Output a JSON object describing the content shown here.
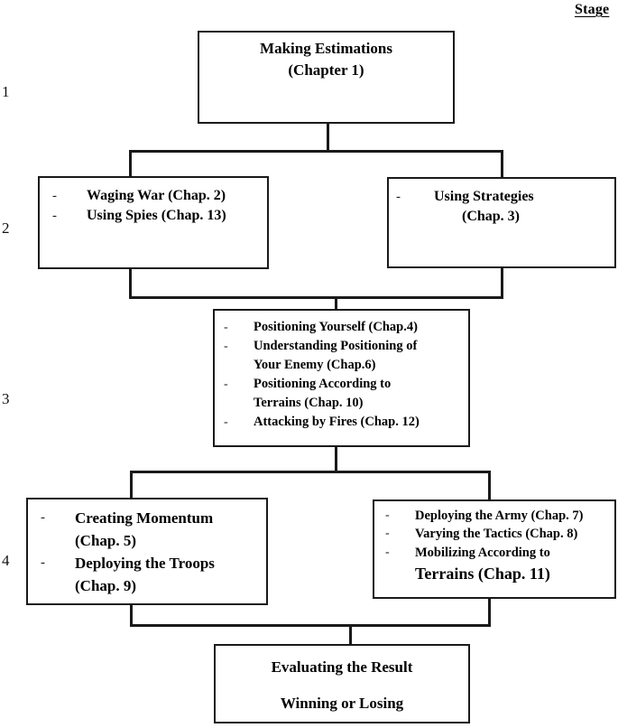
{
  "header": {
    "stage_label": "Stage"
  },
  "stage_numbers": [
    {
      "label": "1"
    },
    {
      "label": "2"
    },
    {
      "label": "3"
    },
    {
      "label": "4"
    }
  ],
  "nodes": {
    "stage1": {
      "lines": [
        "Making Estimations",
        "(Chapter 1)"
      ]
    },
    "stage2_left": {
      "bullets": [
        {
          "dash": "-",
          "text": "Waging War (Chap. 2)"
        },
        {
          "dash": "-",
          "text": "Using Spies (Chap. 13)"
        }
      ]
    },
    "stage2_right": {
      "bullets": [
        {
          "dash": "-",
          "text": "Using Strategies"
        }
      ],
      "continuation": "(Chap. 3)"
    },
    "stage3": {
      "bullets": [
        {
          "dash": "-",
          "text": "Positioning Yourself (Chap.4)",
          "cont": null
        },
        {
          "dash": "-",
          "text": "Understanding Positioning of",
          "cont": "Your Enemy (Chap.6)"
        },
        {
          "dash": "-",
          "text": "Positioning According to",
          "cont": "Terrains (Chap. 10)"
        },
        {
          "dash": "-",
          "text": "Attacking by Fires (Chap. 12)",
          "cont": null
        }
      ]
    },
    "stage4_left": {
      "bullets": [
        {
          "dash": "-",
          "text": "Creating Momentum",
          "cont": "(Chap. 5)"
        },
        {
          "dash": "-",
          "text": "Deploying the Troops",
          "cont": "(Chap. 9)"
        }
      ]
    },
    "stage4_right": {
      "bullets": [
        {
          "dash": "-",
          "text": "Deploying the Army (Chap. 7)",
          "cont": null
        },
        {
          "dash": "-",
          "text": "Varying the Tactics (Chap. 8)",
          "cont": null
        },
        {
          "dash": "-",
          "text": "Mobilizing According to",
          "cont": "Terrains (Chap. 11)"
        }
      ]
    },
    "stage5": {
      "lines": [
        "Evaluating the Result",
        "Winning or Losing"
      ]
    }
  },
  "style": {
    "line_color": "#1a1a1a",
    "background": "#ffffff",
    "text_color": "#000000"
  }
}
